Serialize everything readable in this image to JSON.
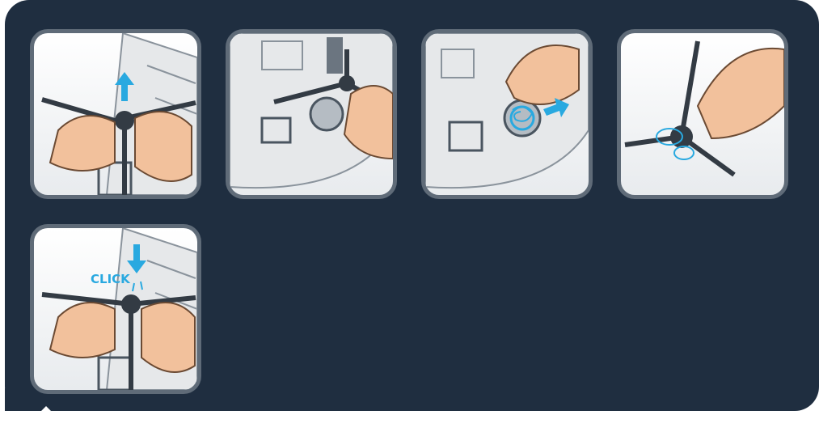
{
  "steps": [
    {
      "id": 1,
      "action": "lift-up",
      "arrow_color": "#29a9e0"
    },
    {
      "id": 2,
      "action": "remove-brush"
    },
    {
      "id": 3,
      "action": "pull-hair",
      "arrow_color": "#29a9e0"
    },
    {
      "id": 4,
      "action": "clean-brush"
    },
    {
      "id": 5,
      "action": "click-in",
      "label": "CLICK",
      "arrow_color": "#29a9e0"
    }
  ],
  "colors": {
    "panel": "#1f2e40",
    "frame": "#5f6b78",
    "accent": "#29a9e0",
    "skin": "#f2c19c"
  }
}
